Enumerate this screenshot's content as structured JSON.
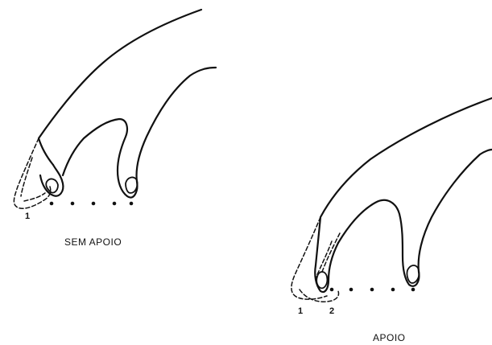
{
  "panels": [
    {
      "caption": "SEM APOIO",
      "markers": [
        "1"
      ]
    },
    {
      "caption": "APOIO",
      "markers": [
        "1",
        "2"
      ]
    }
  ]
}
